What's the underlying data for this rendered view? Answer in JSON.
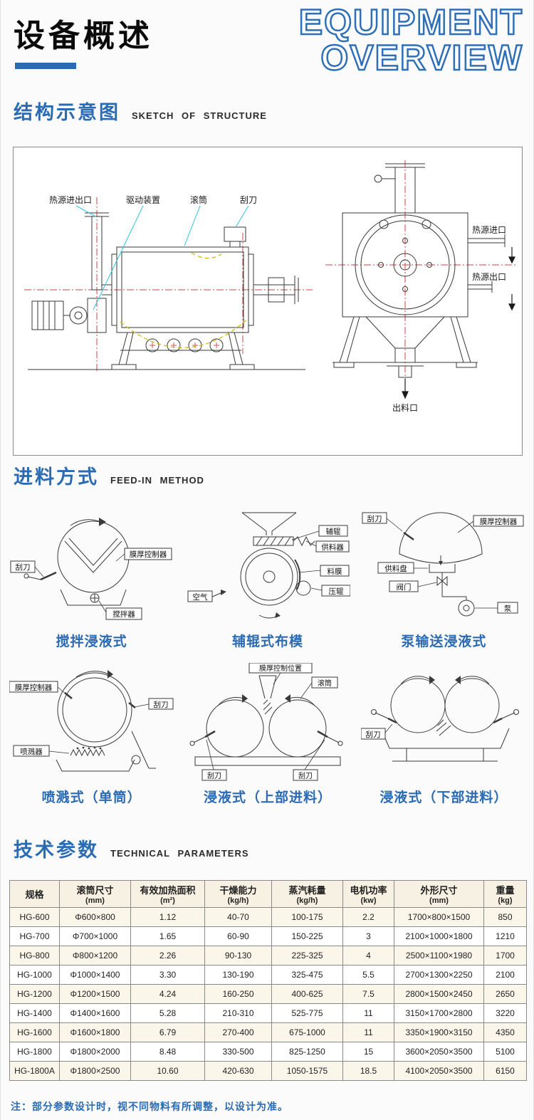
{
  "colors": {
    "accent_blue": "#2b6bb3",
    "outline_title_blue": "#2e6fb7",
    "leader_cyan": "#2ec6e0",
    "centerline_red": "#cc4444",
    "curve_yellow": "#d4b400",
    "table_header_bg": "#f7f1e3",
    "table_row_alt_bg": "#fbf6ea"
  },
  "header": {
    "title_cn": "设备概述",
    "title_en_line1": "EQUIPMENT",
    "title_en_line2": "OVERVIEW"
  },
  "sections": {
    "structure": {
      "title_cn": "结构示意图",
      "title_en": "SKETCH OF STRUCTURE"
    },
    "feed": {
      "title_cn": "进料方式",
      "title_en": "FEED-IN METHOD"
    },
    "params": {
      "title_cn": "技术参数",
      "title_en": "TECHNICAL PARAMETERS"
    }
  },
  "structure_labels": {
    "left": [
      "热源进出口",
      "驱动装置",
      "滚筒",
      "刮刀"
    ],
    "right": [
      "热源进口",
      "热源出口",
      "出料口"
    ]
  },
  "feed_methods": [
    {
      "caption": "搅拌浸液式",
      "labels": [
        "刮刀",
        "膜厚控制器",
        "搅拌器"
      ]
    },
    {
      "caption": "辅辊式布模",
      "labels": [
        "辅辊",
        "供料器",
        "料膜",
        "压辊",
        "空气"
      ]
    },
    {
      "caption": "泵输送浸液式",
      "labels": [
        "刮刀",
        "膜厚控制器",
        "供料盘",
        "阀门",
        "泵"
      ]
    },
    {
      "caption": "喷溅式（单筒）",
      "labels": [
        "膜厚控制器",
        "刮刀",
        "喷溅器"
      ]
    },
    {
      "caption": "浸液式（上部进料）",
      "labels": [
        "膜厚控制位置",
        "滚筒",
        "刮刀",
        "刮刀"
      ]
    },
    {
      "caption": "浸液式（下部进料）",
      "labels": [
        "刮刀"
      ]
    }
  ],
  "table": {
    "headers": [
      {
        "label": "规格",
        "unit": ""
      },
      {
        "label": "滚筒尺寸",
        "unit": "(mm)"
      },
      {
        "label": "有效加热面积",
        "unit": "(m²)"
      },
      {
        "label": "干燥能力",
        "unit": "(kg/h)"
      },
      {
        "label": "蒸汽耗量",
        "unit": "(kg/h)"
      },
      {
        "label": "电机功率",
        "unit": "(kw)"
      },
      {
        "label": "外形尺寸",
        "unit": "(mm)"
      },
      {
        "label": "重量",
        "unit": "(kg)"
      }
    ],
    "rows": [
      [
        "HG-600",
        "Φ600×800",
        "1.12",
        "40-70",
        "100-175",
        "2.2",
        "1700×800×1500",
        "850"
      ],
      [
        "HG-700",
        "Φ700×1000",
        "1.65",
        "60-90",
        "150-225",
        "3",
        "2100×1000×1800",
        "1210"
      ],
      [
        "HG-800",
        "Φ800×1200",
        "2.26",
        "90-130",
        "225-325",
        "4",
        "2500×1100×1980",
        "1700"
      ],
      [
        "HG-1000",
        "Φ1000×1400",
        "3.30",
        "130-190",
        "325-475",
        "5.5",
        "2700×1300×2250",
        "2100"
      ],
      [
        "HG-1200",
        "Φ1200×1500",
        "4.24",
        "160-250",
        "400-625",
        "7.5",
        "2800×1500×2450",
        "2650"
      ],
      [
        "HG-1400",
        "Φ1400×1600",
        "5.28",
        "210-310",
        "525-775",
        "11",
        "3150×1700×2800",
        "3220"
      ],
      [
        "HG-1600",
        "Φ1600×1800",
        "6.79",
        "270-400",
        "675-1000",
        "11",
        "3350×1900×3150",
        "4350"
      ],
      [
        "HG-1800",
        "Φ1800×2000",
        "8.48",
        "330-500",
        "825-1250",
        "15",
        "3600×2050×3500",
        "5100"
      ],
      [
        "HG-1800A",
        "Φ1800×2500",
        "10.60",
        "420-630",
        "1050-1575",
        "18.5",
        "4100×2050×3500",
        "6150"
      ]
    ]
  },
  "note": "注：部分参数设计时，视不同物料有所调整，以设计为准。"
}
